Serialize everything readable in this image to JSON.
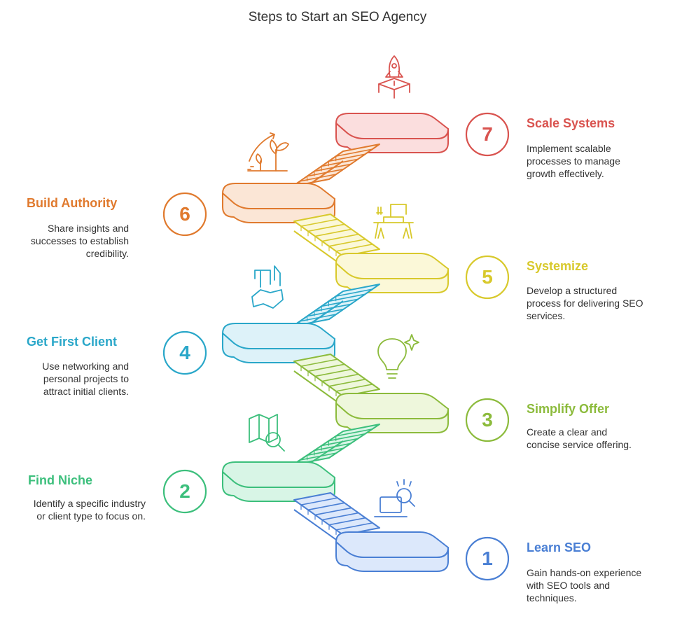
{
  "title": "Steps to Start an SEO Agency",
  "steps": [
    {
      "number": "1",
      "title": "Learn SEO",
      "description": [
        "Gain hands-on experience",
        "with SEO tools and",
        "techniques."
      ],
      "color": "#4a7fd4",
      "fill": "#dce8fb",
      "side": "right",
      "icon": "laptop-search-icon"
    },
    {
      "number": "2",
      "title": "Find Niche",
      "description": [
        "Identify a specific industry",
        "or client type to focus on."
      ],
      "color": "#3cbf7c",
      "fill": "#d8f5e6",
      "side": "left",
      "icon": "map-search-icon"
    },
    {
      "number": "3",
      "title": "Simplify Offer",
      "description": [
        "Create a clear and",
        "concise service offering."
      ],
      "color": "#8cbb3c",
      "fill": "#eef7dc",
      "side": "right",
      "icon": "lightbulb-icon"
    },
    {
      "number": "4",
      "title": "Get First Client",
      "description": [
        "Use networking and",
        "personal projects to",
        "attract initial clients."
      ],
      "color": "#2aa7c9",
      "fill": "#ddf2f9",
      "side": "left",
      "icon": "handshake-icon"
    },
    {
      "number": "5",
      "title": "Systemize",
      "description": [
        "Develop a structured",
        "process for delivering SEO",
        "services."
      ],
      "color": "#d8c92c",
      "fill": "#fbf8d8",
      "side": "right",
      "icon": "sewing-machine-icon"
    },
    {
      "number": "6",
      "title": "Build Authority",
      "description": [
        "Share insights and",
        "successes to establish",
        "credibility."
      ],
      "color": "#e07a2e",
      "fill": "#fbe6d6",
      "side": "left",
      "icon": "growth-plant-icon"
    },
    {
      "number": "7",
      "title": "Scale Systems",
      "description": [
        "Implement scalable",
        "processes to manage",
        "growth effectively."
      ],
      "color": "#d9534f",
      "fill": "#fbdede",
      "side": "right",
      "icon": "rocket-icon"
    }
  ]
}
